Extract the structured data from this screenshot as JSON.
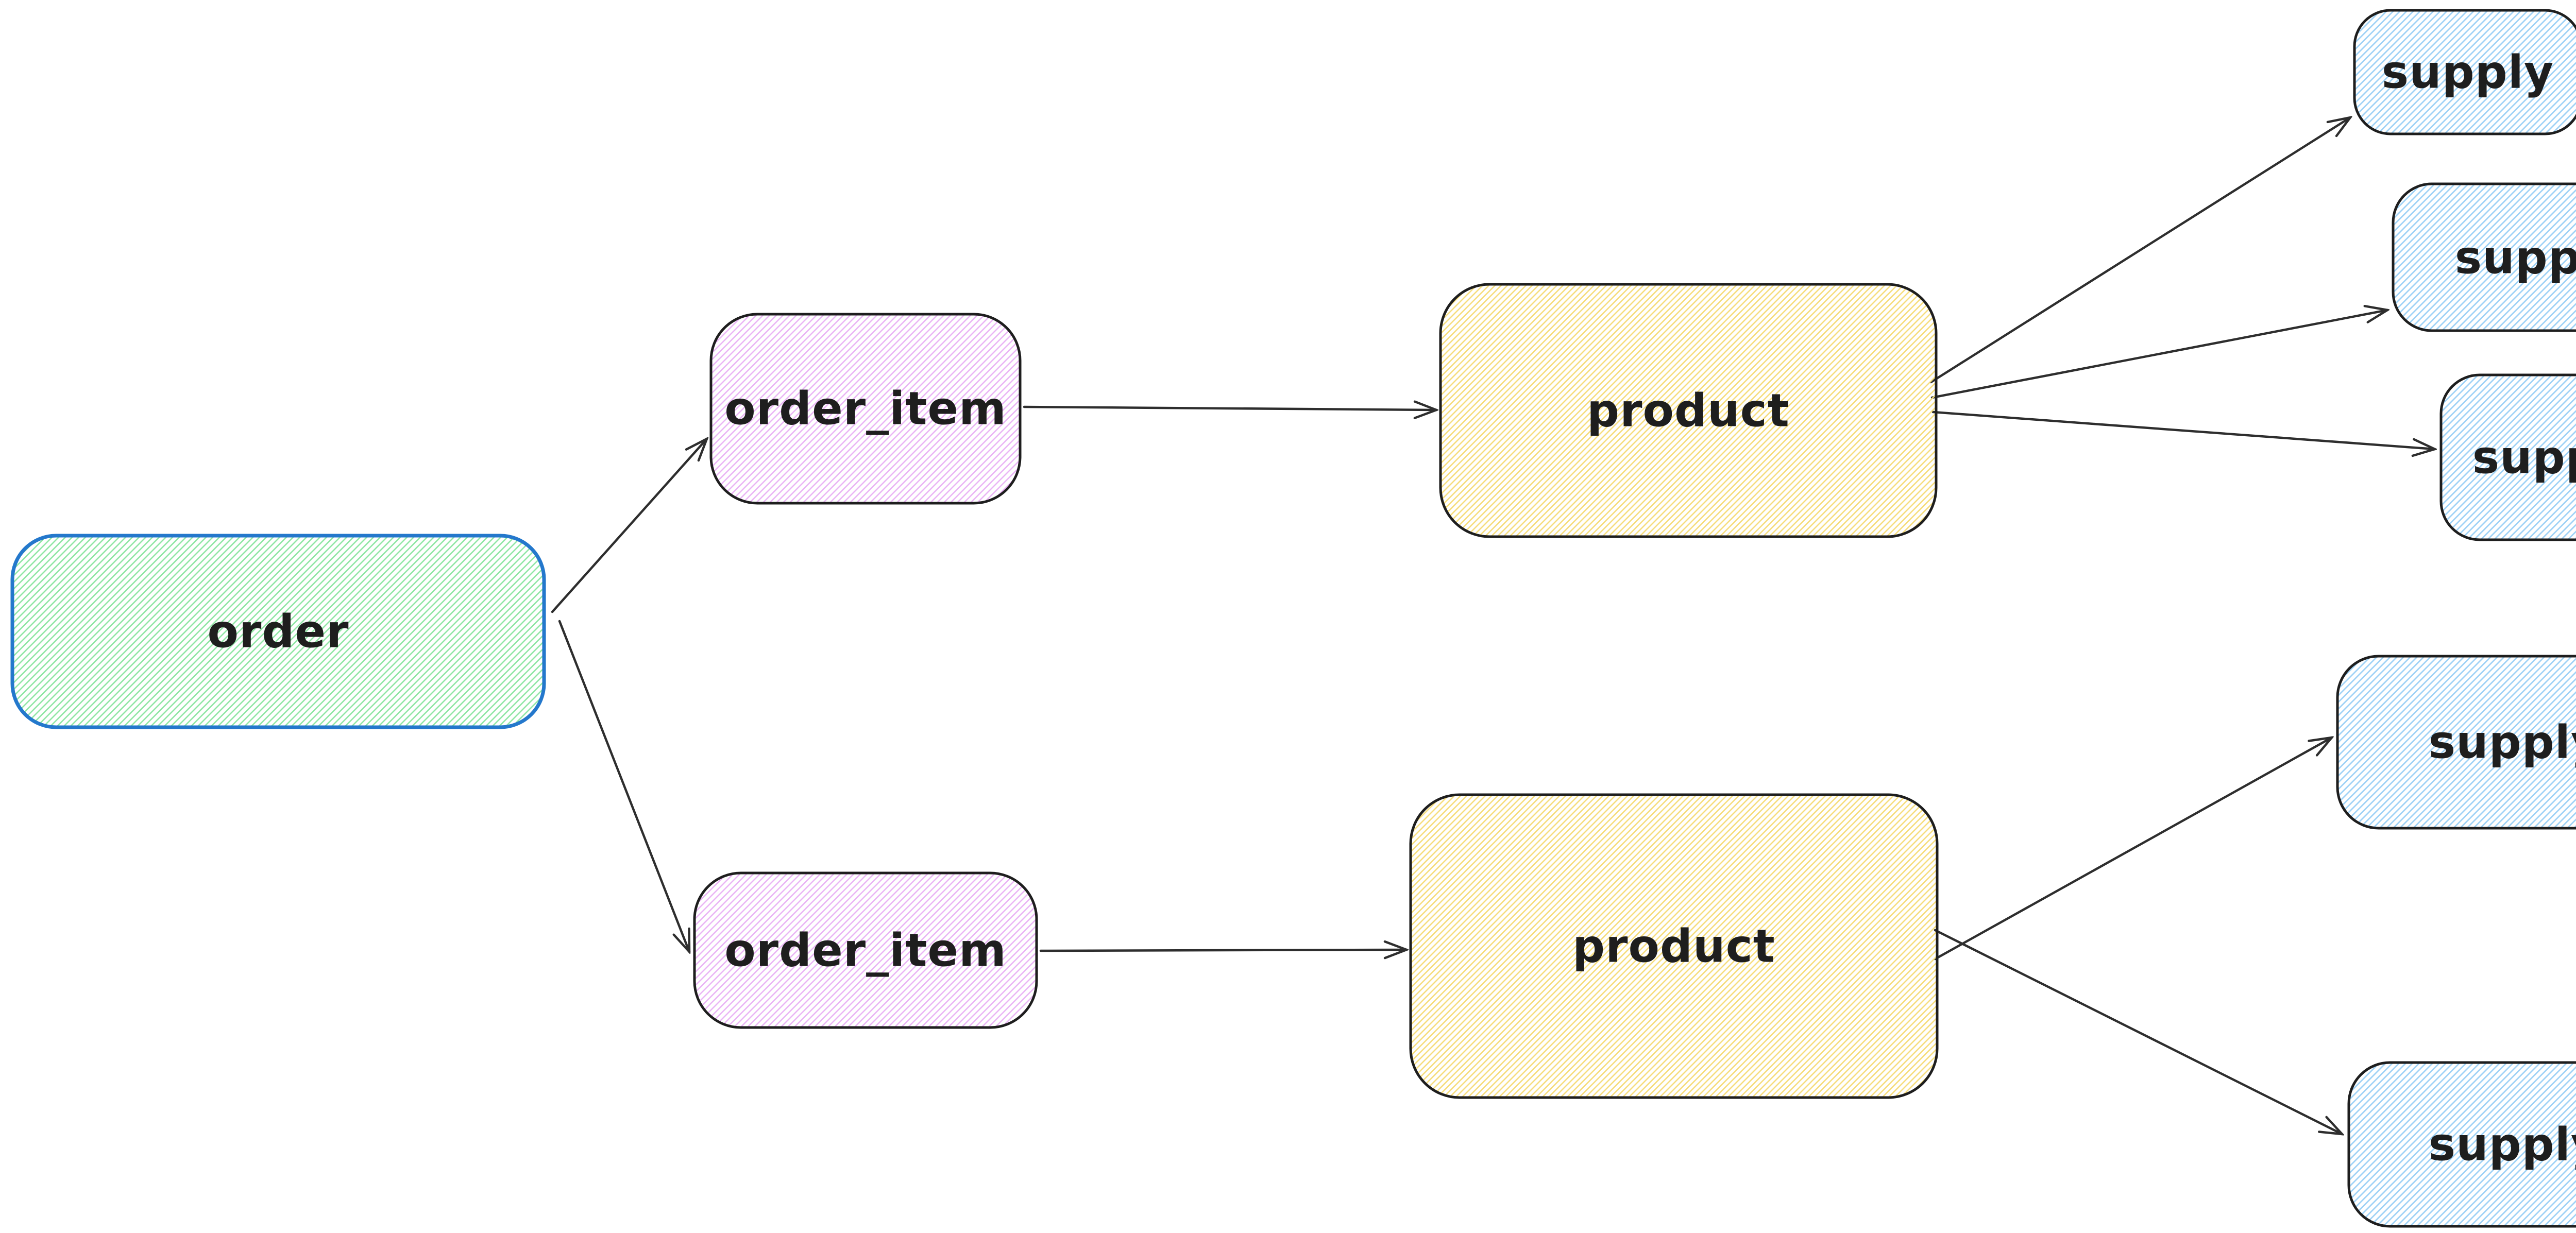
{
  "diagram": {
    "type": "entity-flow-diagram",
    "style": "hand-drawn-sketch",
    "background_color": "#ffffff",
    "nodes": [
      {
        "id": "order",
        "label": "order",
        "fill_hatch": "#8fe6a4",
        "stroke": "#2478cc"
      },
      {
        "id": "order-item-1",
        "label": "order_item",
        "fill_hatch": "#eab5f5",
        "stroke": "#1e1e1e"
      },
      {
        "id": "order-item-2",
        "label": "order_item",
        "fill_hatch": "#eab5f5",
        "stroke": "#1e1e1e"
      },
      {
        "id": "product-1",
        "label": "product",
        "fill_hatch": "#f6dd7c",
        "stroke": "#1e1e1e"
      },
      {
        "id": "product-2",
        "label": "product",
        "fill_hatch": "#f6dd7c",
        "stroke": "#1e1e1e"
      },
      {
        "id": "supply-1",
        "label": "supply",
        "fill_hatch": "#9fd2f6",
        "stroke": "#1e1e1e"
      },
      {
        "id": "supply-2",
        "label": "supply",
        "fill_hatch": "#9fd2f6",
        "stroke": "#1e1e1e"
      },
      {
        "id": "supply-3",
        "label": "supply",
        "fill_hatch": "#9fd2f6",
        "stroke": "#1e1e1e"
      },
      {
        "id": "supply-4",
        "label": "supply",
        "fill_hatch": "#9fd2f6",
        "stroke": "#1e1e1e"
      },
      {
        "id": "supply-5",
        "label": "supply",
        "fill_hatch": "#9fd2f6",
        "stroke": "#1e1e1e"
      }
    ],
    "edges": [
      {
        "from": "order",
        "to": "order-item-1"
      },
      {
        "from": "order",
        "to": "order-item-2"
      },
      {
        "from": "order-item-1",
        "to": "product-1"
      },
      {
        "from": "order-item-2",
        "to": "product-2"
      },
      {
        "from": "product-1",
        "to": "supply-1"
      },
      {
        "from": "product-1",
        "to": "supply-2"
      },
      {
        "from": "product-1",
        "to": "supply-3"
      },
      {
        "from": "product-2",
        "to": "supply-4"
      },
      {
        "from": "product-2",
        "to": "supply-5"
      }
    ],
    "colors": {
      "arrow": "#2e2e2e",
      "text": "#1e1e1e",
      "order_stroke_blue": "#2478cc",
      "dark_stroke": "#1e1e1e",
      "hatch_green": "#8fe6a4",
      "hatch_violet": "#eab5f5",
      "hatch_yellow": "#f6dd7c",
      "hatch_blue": "#9fd2f6"
    }
  }
}
